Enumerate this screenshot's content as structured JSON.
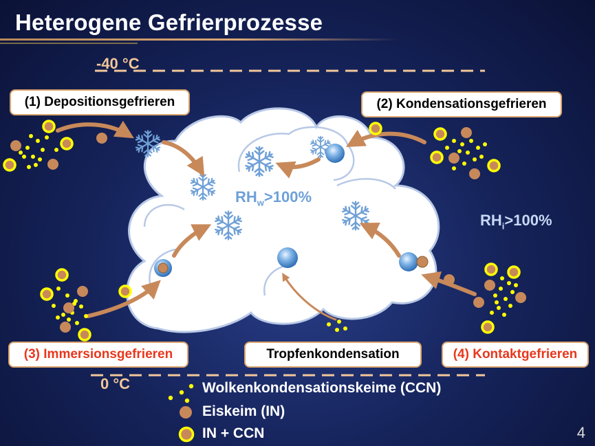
{
  "title": "Heterogene Gefrierprozesse",
  "temp_top": "-40 °C",
  "temp_bottom": "0 °C",
  "labels": {
    "deposition": "(1) Depositionsgefrieren",
    "condensation": "(2) Kondensationsgefrieren",
    "immersion": "(3) Immersionsgefrieren",
    "contact": "(4) Kontaktgefrieren",
    "droplet": "Tropfenkondensation"
  },
  "rh_water": {
    "base": "RH",
    "sub": "w",
    "rest": ">100%"
  },
  "rh_ice": {
    "base": "RH",
    "sub": "i",
    "rest": ">100%"
  },
  "legend": {
    "ccn": "Wolkenkondensationskeime (CCN)",
    "in": "Eiskeim (IN)",
    "in_ccn": "IN + CCN"
  },
  "page_number": "4",
  "colors": {
    "accent_red": "#e8371c",
    "box_border": "#d9a36c",
    "arrow": "#c8895a",
    "ccn_yellow": "#ffff00",
    "in_brown": "#c8895a",
    "cloud": "#ffffff",
    "rh_blue": "#6ea0d8"
  },
  "icons": [
    "snowflake-icon",
    "ice-particle-icon",
    "droplet-icon",
    "arrow-icon"
  ]
}
